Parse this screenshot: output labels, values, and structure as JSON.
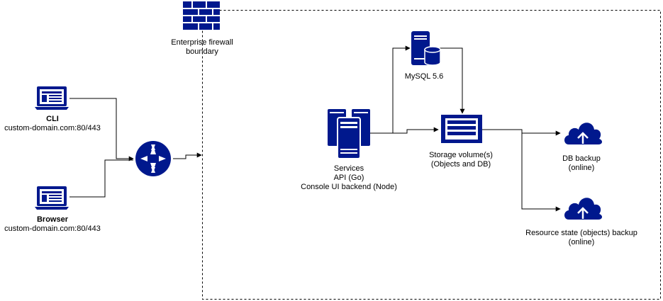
{
  "colors": {
    "icon": "#00188d",
    "line": "#000000",
    "boundary": "#000000",
    "background": "#ffffff"
  },
  "nodes": {
    "cli": {
      "icon": "laptop-icon",
      "title": "CLI",
      "address": "custom-domain.com:80/443"
    },
    "browser": {
      "icon": "laptop-icon",
      "title": "Browser",
      "address": "custom-domain.com:80/443"
    },
    "router": {
      "icon": "router-icon"
    },
    "firewall": {
      "icon": "firewall-icon",
      "label_line1": "Enterprise firewall",
      "label_line2": "boundary"
    },
    "services": {
      "icon": "servers-icon",
      "line1": "Services",
      "line2": "API (Go)",
      "line3": "Console UI backend (Node)"
    },
    "mysql": {
      "icon": "database-server-icon",
      "label": "MySQL 5.6"
    },
    "storage": {
      "icon": "storage-volume-icon",
      "line1": "Storage volume(s)",
      "line2": "(Objects and DB)"
    },
    "db_backup": {
      "icon": "cloud-upload-icon",
      "line1": "DB backup",
      "line2": "(online)"
    },
    "resource_backup": {
      "icon": "cloud-upload-icon",
      "line1": "Resource state (objects) backup",
      "line2": "(online)"
    }
  }
}
